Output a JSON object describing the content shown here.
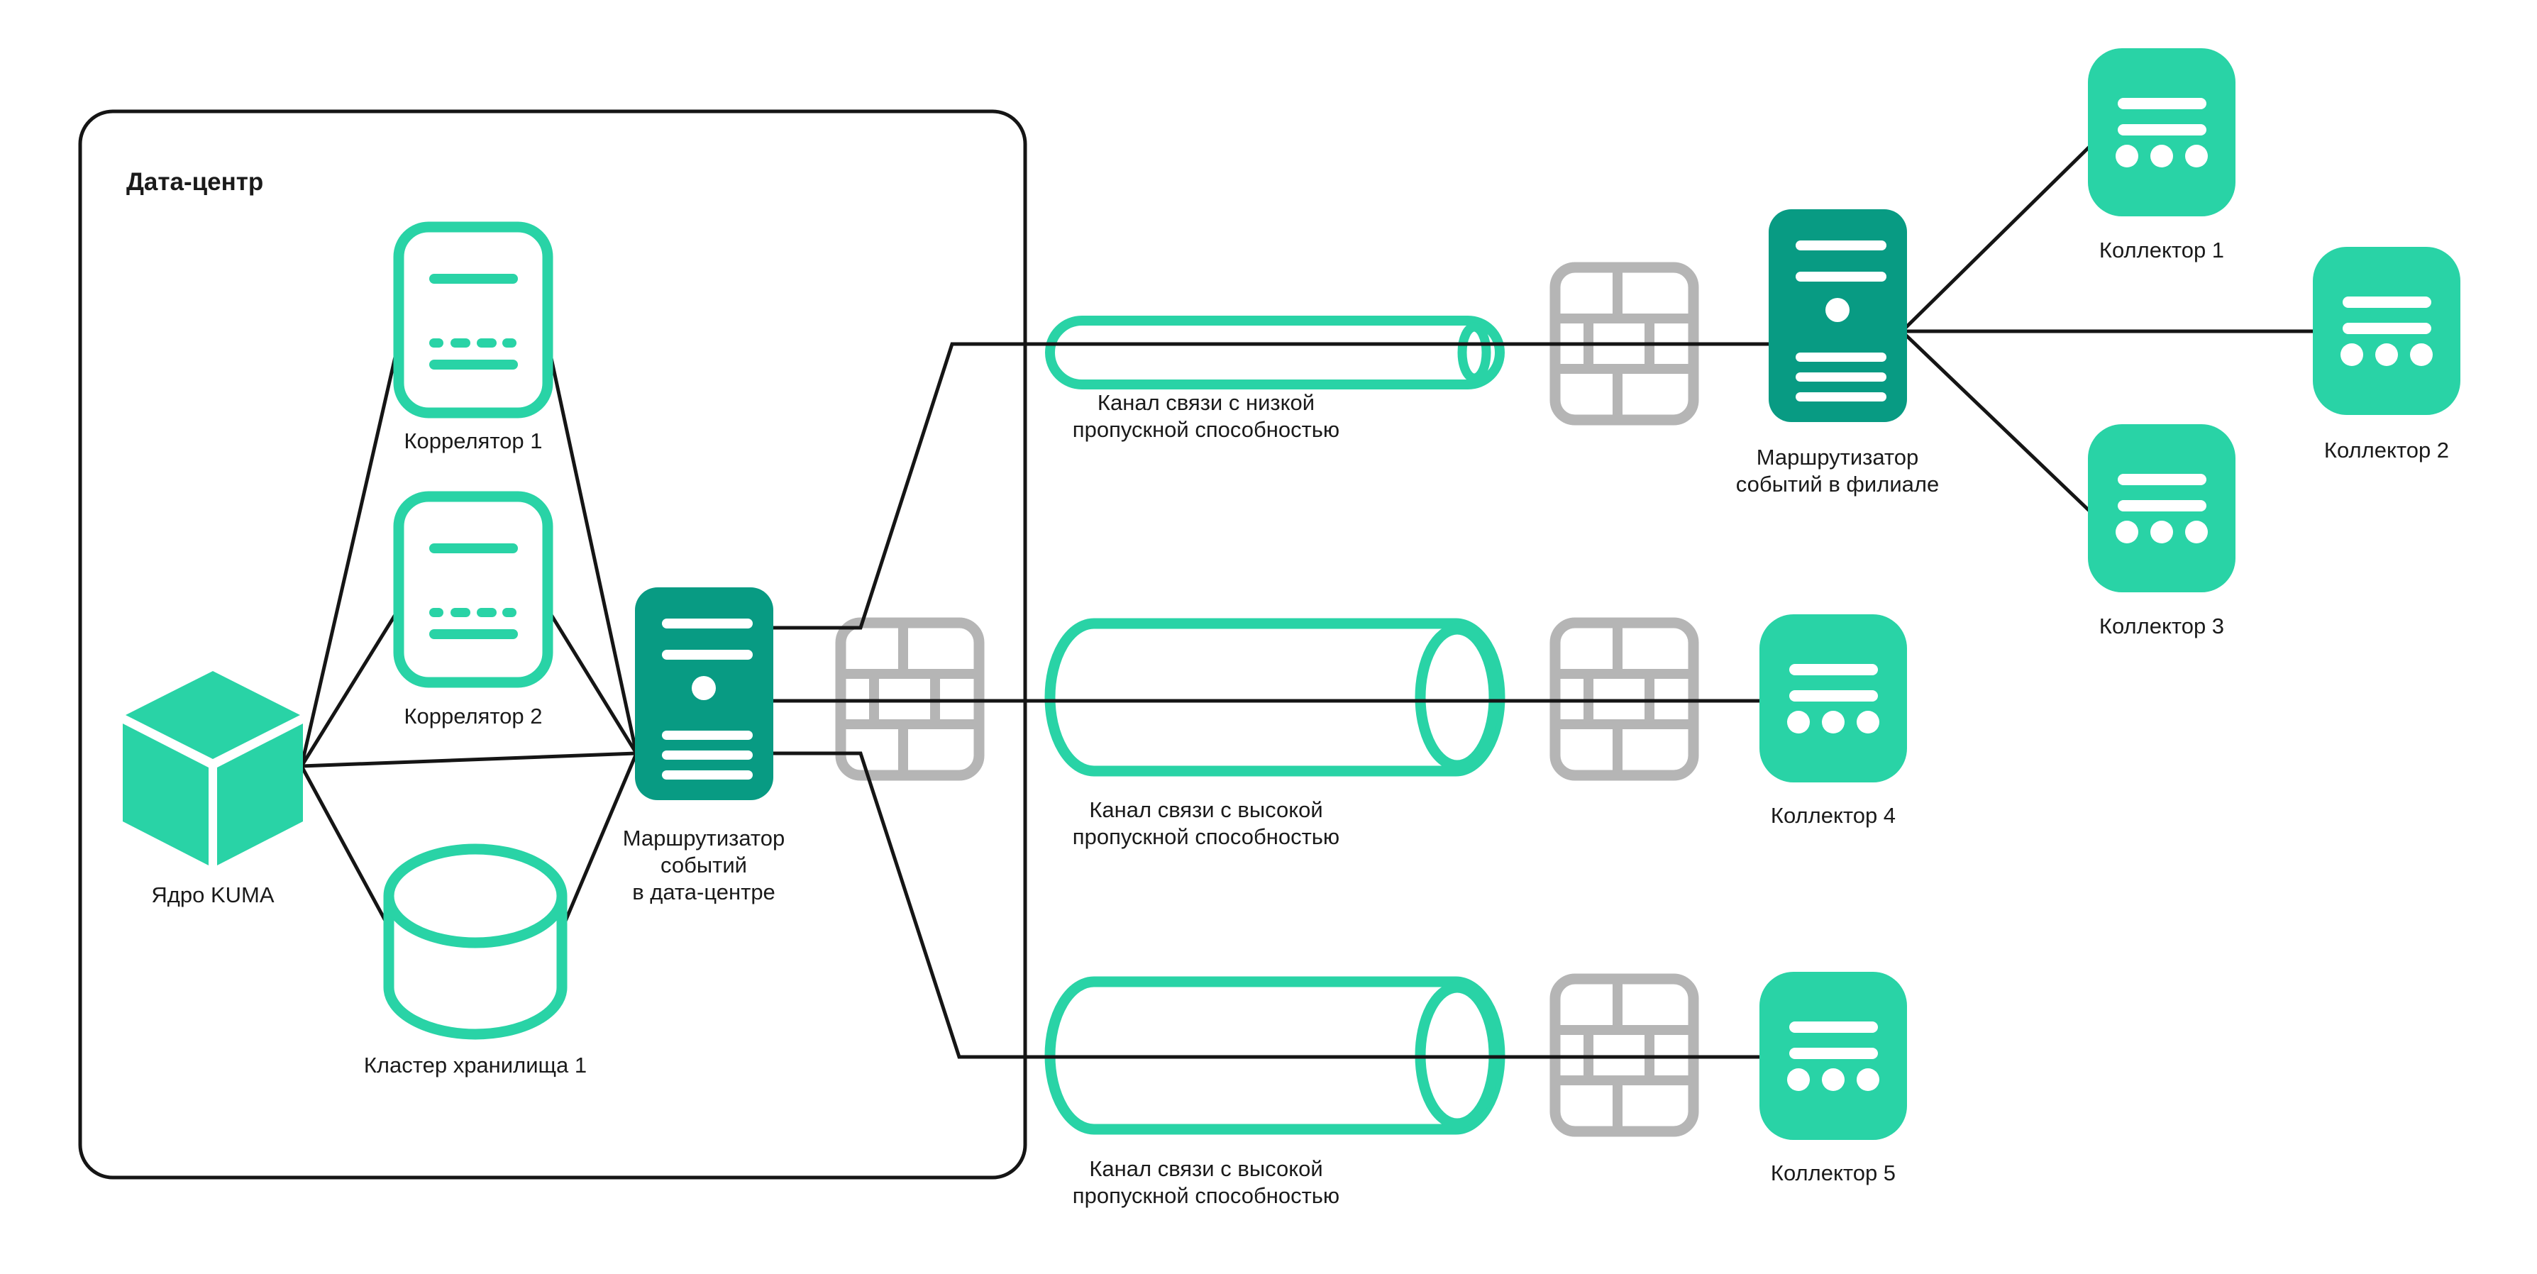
{
  "page": {
    "background": "#FFFFFF"
  },
  "colors": {
    "accent_teal": "#29D3A6",
    "accent_dark_teal": "#089B83",
    "firewall_gray": "#B5B5B5",
    "line_black": "#151515",
    "text": "#1A1A1A"
  },
  "datacenter_group": {
    "label": "Дата-центр"
  },
  "nodes": {
    "correlator_1": {
      "label": "Коррелятор 1",
      "icon": "correlator-document-icon"
    },
    "correlator_2": {
      "label": "Коррелятор 2",
      "icon": "correlator-document-icon"
    },
    "kuma_core": {
      "label": "Ядро KUMA",
      "icon": "cube-icon"
    },
    "storage_cluster_1": {
      "label": "Кластер хранилища 1",
      "icon": "database-cylinder-icon"
    },
    "event_router_datacenter": {
      "label_line_1": "Маршрутизатор",
      "label_line_2": "событий",
      "label_line_3": "в дата-центре",
      "icon": "server-tower-icon"
    },
    "event_router_branch": {
      "label_line_1": "Маршрутизатор",
      "label_line_2": "событий в филиале",
      "icon": "server-tower-icon"
    },
    "collector_1": {
      "label": "Коллектор 1",
      "icon": "collector-card-icon"
    },
    "collector_2": {
      "label": "Коллектор 2",
      "icon": "collector-card-icon"
    },
    "collector_3": {
      "label": "Коллектор 3",
      "icon": "collector-card-icon"
    },
    "collector_4": {
      "label": "Коллектор 4",
      "icon": "collector-card-icon"
    },
    "collector_5": {
      "label": "Коллектор 5",
      "icon": "collector-card-icon"
    }
  },
  "channels": {
    "low_bandwidth": {
      "label_line_1": "Канал связи с низкой",
      "label_line_2": "пропускной способностью",
      "icon": "thin-pipe-cylinder-icon"
    },
    "high_bandwidth_1": {
      "label_line_1": "Канал связи с высокой",
      "label_line_2": "пропускной способностью",
      "icon": "wide-pipe-cylinder-icon"
    },
    "high_bandwidth_2": {
      "label_line_1": "Канал связи с высокой",
      "label_line_2": "пропускной способностью",
      "icon": "wide-pipe-cylinder-icon"
    }
  },
  "firewalls": {
    "icon": "firewall-brick-wall-icon"
  }
}
